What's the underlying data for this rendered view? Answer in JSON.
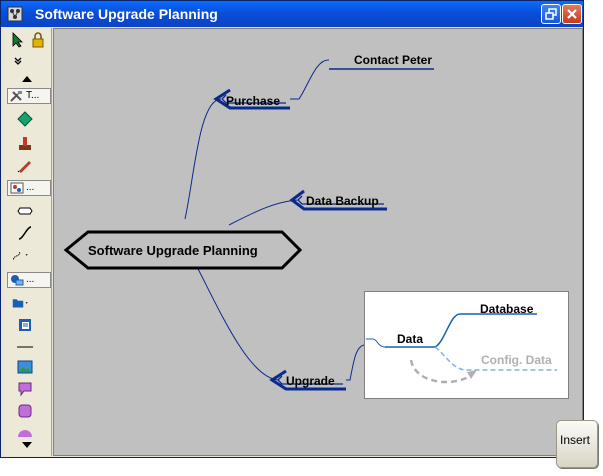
{
  "window": {
    "title": "Software Upgrade Planning"
  },
  "toolbar": {
    "groups": [
      {
        "label": "T..."
      },
      {
        "label": "..."
      },
      {
        "label": "..."
      }
    ]
  },
  "map": {
    "central": "Software Upgrade Planning",
    "topics": [
      {
        "label": "Purchase",
        "subtopics": [
          "Contact Peter"
        ]
      },
      {
        "label": "Data Backup",
        "subtopics": []
      },
      {
        "label": "Upgrade",
        "subtopics": []
      }
    ]
  },
  "preview": {
    "root": "Data",
    "children": [
      "Database",
      "Config. Data"
    ]
  },
  "insert_button": {
    "label": "Insert"
  },
  "colors": {
    "title_bar": "#0a4ed8",
    "canvas": "#c0c0c0",
    "branch": "#0a2a8a",
    "preview_line": "#1a5fb4",
    "ghost": "#b0b0b0"
  }
}
